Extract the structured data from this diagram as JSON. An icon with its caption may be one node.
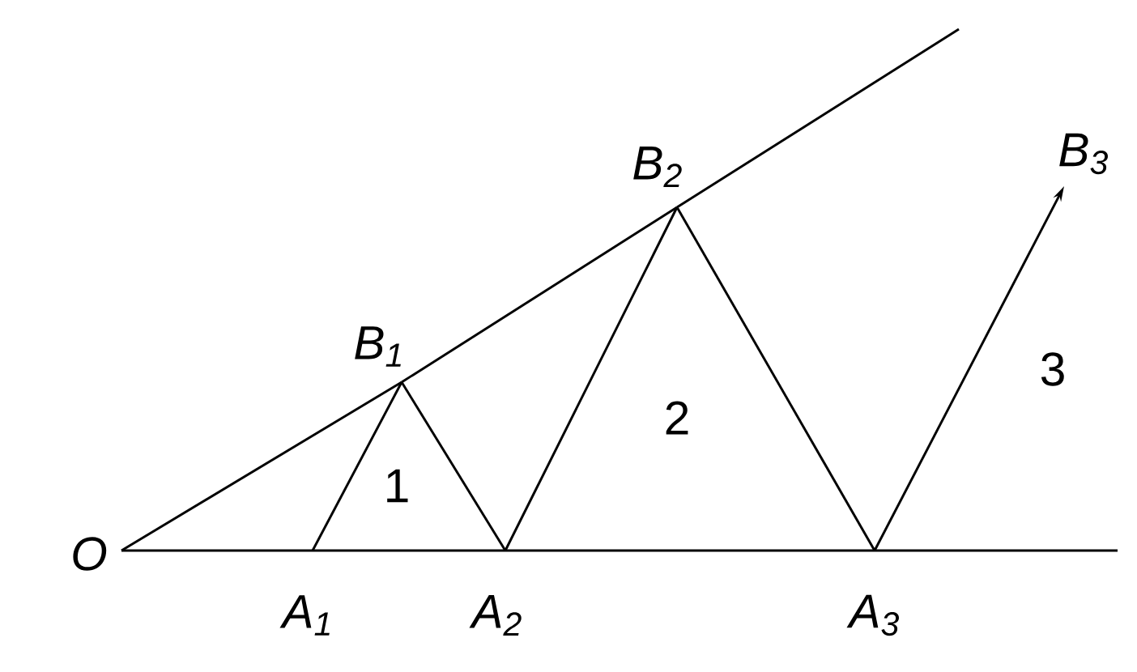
{
  "diagram": {
    "nodes": [
      {
        "text": [
          "O"
        ]
      },
      {
        "text": [
          "A$_{1}$"
        ]
      },
      {
        "text": [
          "A$_{2}$"
        ]
      },
      {
        "text": [
          "A$_{3}$"
        ]
      },
      {
        "text": [
          "B$_{1}$"
        ]
      },
      {
        "text": [
          "B$_{2}$"
        ]
      },
      {
        "text": [
          "B$_{3}$"
        ]
      }
    ],
    "edges": [
      {
        "from": 0,
        "to": 1,
        "arrow": "none"
      },
      {
        "from": 1,
        "to": 2,
        "arrow": "none"
      },
      {
        "from": 2,
        "to": 3,
        "arrow": "none"
      },
      {
        "from": 3,
        "to": null,
        "arrow": "none"
      },
      {
        "from": 0,
        "to": 4,
        "arrow": "none"
      },
      {
        "from": 4,
        "to": 5,
        "arrow": "none"
      },
      {
        "from": 5,
        "to": null,
        "arrow": "none"
      },
      {
        "from": 1,
        "to": 4,
        "arrow": "none"
      },
      {
        "from": 4,
        "to": 2,
        "arrow": "none"
      },
      {
        "from": 2,
        "to": 5,
        "arrow": "none"
      },
      {
        "from": 5,
        "to": 3,
        "arrow": "none"
      },
      {
        "from": 3,
        "to": 6,
        "arrow": "to"
      }
    ],
    "labels": [
      "1",
      "2",
      "3"
    ]
  }
}
